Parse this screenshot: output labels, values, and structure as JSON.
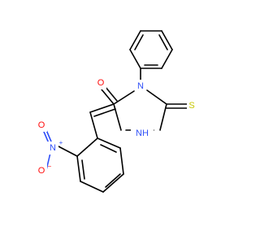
{
  "molecule": {
    "atoms": {
      "o_carbonyl": "O",
      "n3": "N",
      "s_thione": "S",
      "n1h": "NH",
      "n_nitro": "N",
      "n_nitro_charge": "+",
      "o_nitro_double": "O",
      "o_nitro_single": "O",
      "o_nitro_single_charge": "−"
    },
    "colors": {
      "bond": "#000000",
      "oxygen": "#ff0d0d",
      "nitrogen": "#3050f8",
      "sulfur": "#c8c800"
    }
  }
}
